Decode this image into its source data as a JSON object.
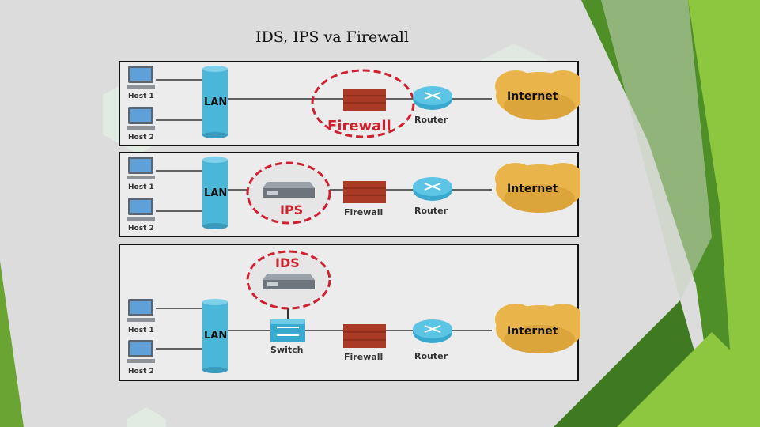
{
  "title": "IDS, IPS va Firewall",
  "colors": {
    "accent_red": "#d01f2f",
    "lan_blue": "#4ab6d8",
    "firewall_brick": "#a83a26",
    "cloud": "#e9b54a",
    "green_dark": "#4f8f28",
    "green_light": "#8dc63f"
  },
  "labels": {
    "host1": "Host 1",
    "host2": "Host 2",
    "lan": "LAN",
    "firewall": "Firewall",
    "router": "Router",
    "internet": "Internet",
    "ips": "IPS",
    "ids": "IDS",
    "switch": "Switch"
  }
}
